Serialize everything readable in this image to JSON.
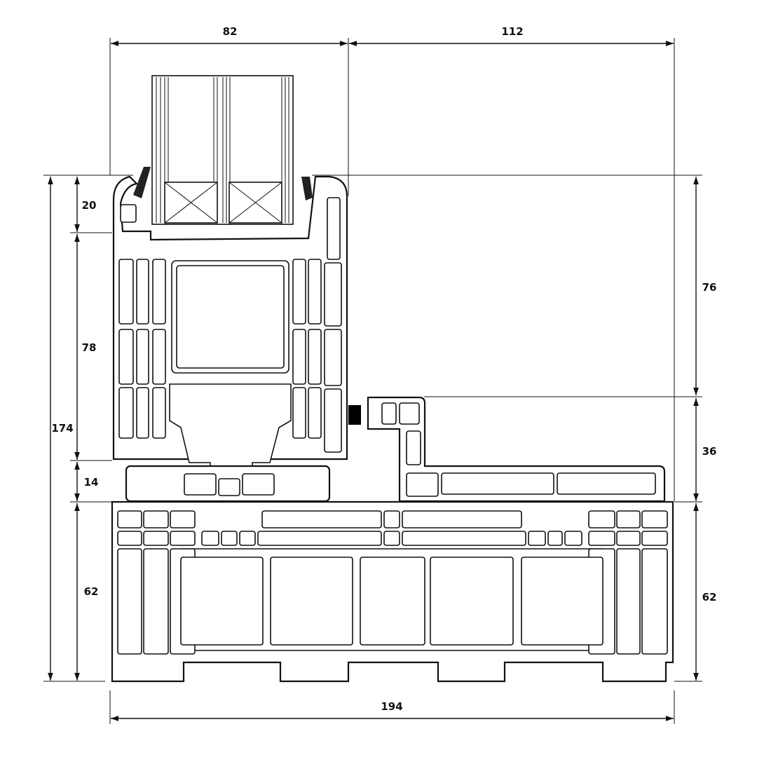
{
  "diagram": {
    "dimensions": {
      "top_left_width": "82",
      "top_right_width": "112",
      "left_total_height": "174",
      "left_glass_bead": "20",
      "left_sash": "78",
      "left_rail": "14",
      "left_frame": "62",
      "right_upper": "76",
      "right_middle": "36",
      "right_frame": "62",
      "bottom_total_width": "194"
    },
    "colors": {
      "line": "#111111",
      "background": "#ffffff",
      "gasket": "#000000"
    }
  }
}
